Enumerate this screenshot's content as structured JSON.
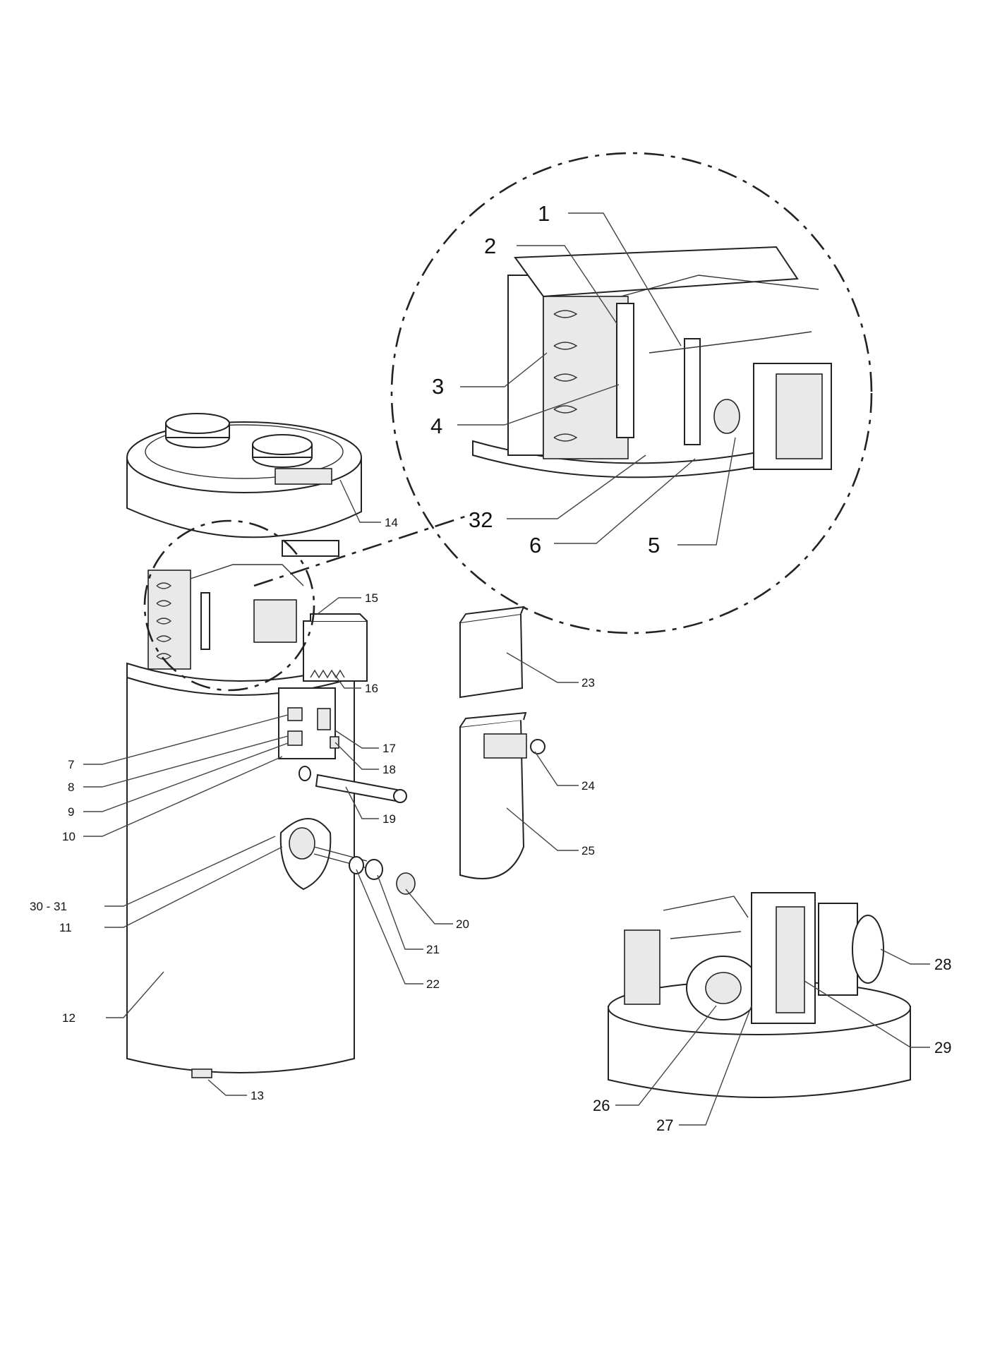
{
  "labels": {
    "l1": "1",
    "l2": "2",
    "l3": "3",
    "l4": "4",
    "l5": "5",
    "l6": "6",
    "l7": "7",
    "l8": "8",
    "l9": "9",
    "l10": "10",
    "l11": "11",
    "l12": "12",
    "l13": "13",
    "l14": "14",
    "l15": "15",
    "l16": "16",
    "l17": "17",
    "l18": "18",
    "l19": "19",
    "l20": "20",
    "l21": "21",
    "l22": "22",
    "l23": "23",
    "l24": "24",
    "l25": "25",
    "l26": "26",
    "l27": "27",
    "l28": "28",
    "l29": "29",
    "l30_31": "30 - 31",
    "l32": "32"
  }
}
